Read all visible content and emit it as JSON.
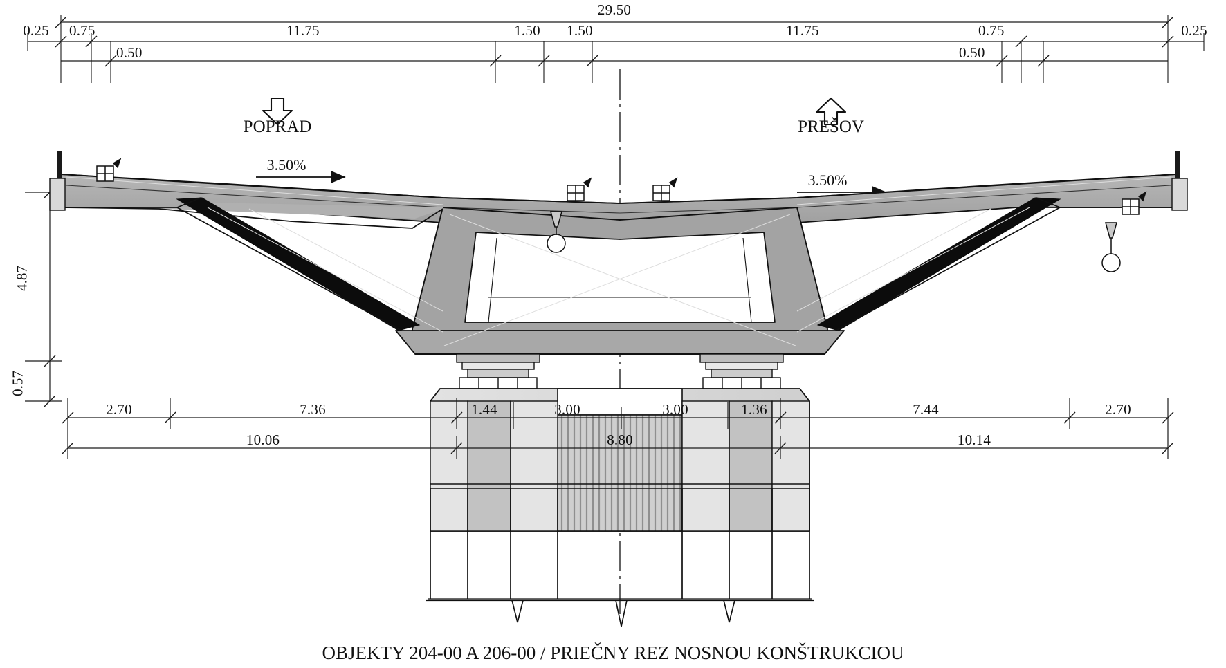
{
  "drawing": {
    "caption": "OBJEKTY 204-00 A 206-00  /  PRIEČNY REZ NOSNOU KONŠTRUKCIOU",
    "direction_labels": [
      {
        "name": "left",
        "text": "POPRAD",
        "arrow": "down"
      },
      {
        "name": "right",
        "text": "PREŠOV",
        "arrow": "up"
      }
    ],
    "slopes": [
      {
        "name": "left-slope",
        "text": "3.50%"
      },
      {
        "name": "right-slope",
        "text": "3.50%"
      }
    ],
    "dimensions": {
      "top_overall": "29.50",
      "top_row": [
        "0.25",
        "0.75",
        "11.75",
        "1.50",
        "1.50",
        "11.75",
        "0.75",
        "0.25"
      ],
      "second_row": [
        "0.50",
        "0.50"
      ],
      "vertical": [
        "4.87",
        "0.57"
      ],
      "bottom_row": [
        "2.70",
        "7.36",
        "1.44",
        "3.00",
        "3.00",
        "1.36",
        "7.44",
        "2.70"
      ],
      "bottom_totals": [
        "10.06",
        "8.80",
        "10.14"
      ]
    },
    "labels": {
      "top_overall": "29.50",
      "d_0_25_left": "0.25",
      "d_0_75_left": "0.75",
      "d_11_75_left": "11.75",
      "d_1_50_left": "1.50",
      "d_1_50_right": "1.50",
      "d_11_75_right": "11.75",
      "d_0_75_right": "0.75",
      "d_0_25_right": "0.25",
      "d_0_50_left": "0.50",
      "d_0_50_right": "0.50",
      "h_4_87": "4.87",
      "h_0_57": "0.57",
      "b_2_70_left": "2.70",
      "b_7_36": "7.36",
      "b_1_44": "1.44",
      "b_3_00_left": "3.00",
      "b_3_00_right": "3.00",
      "b_1_36": "1.36",
      "b_7_44": "7.44",
      "b_2_70_right": "2.70",
      "t_10_06": "10.06",
      "t_8_80": "8.80",
      "t_10_14": "10.14"
    },
    "colors": {
      "line": "#000000",
      "deck_fill": "#a8a8a8",
      "web_fill": "#9e9e9e",
      "pier_fill": "#dcdcdc",
      "pier_fill_dark": "#c4c4c4",
      "hatch": "#bdbdbd",
      "black_fill": "#0a0a0a",
      "paper": "#ffffff"
    }
  }
}
